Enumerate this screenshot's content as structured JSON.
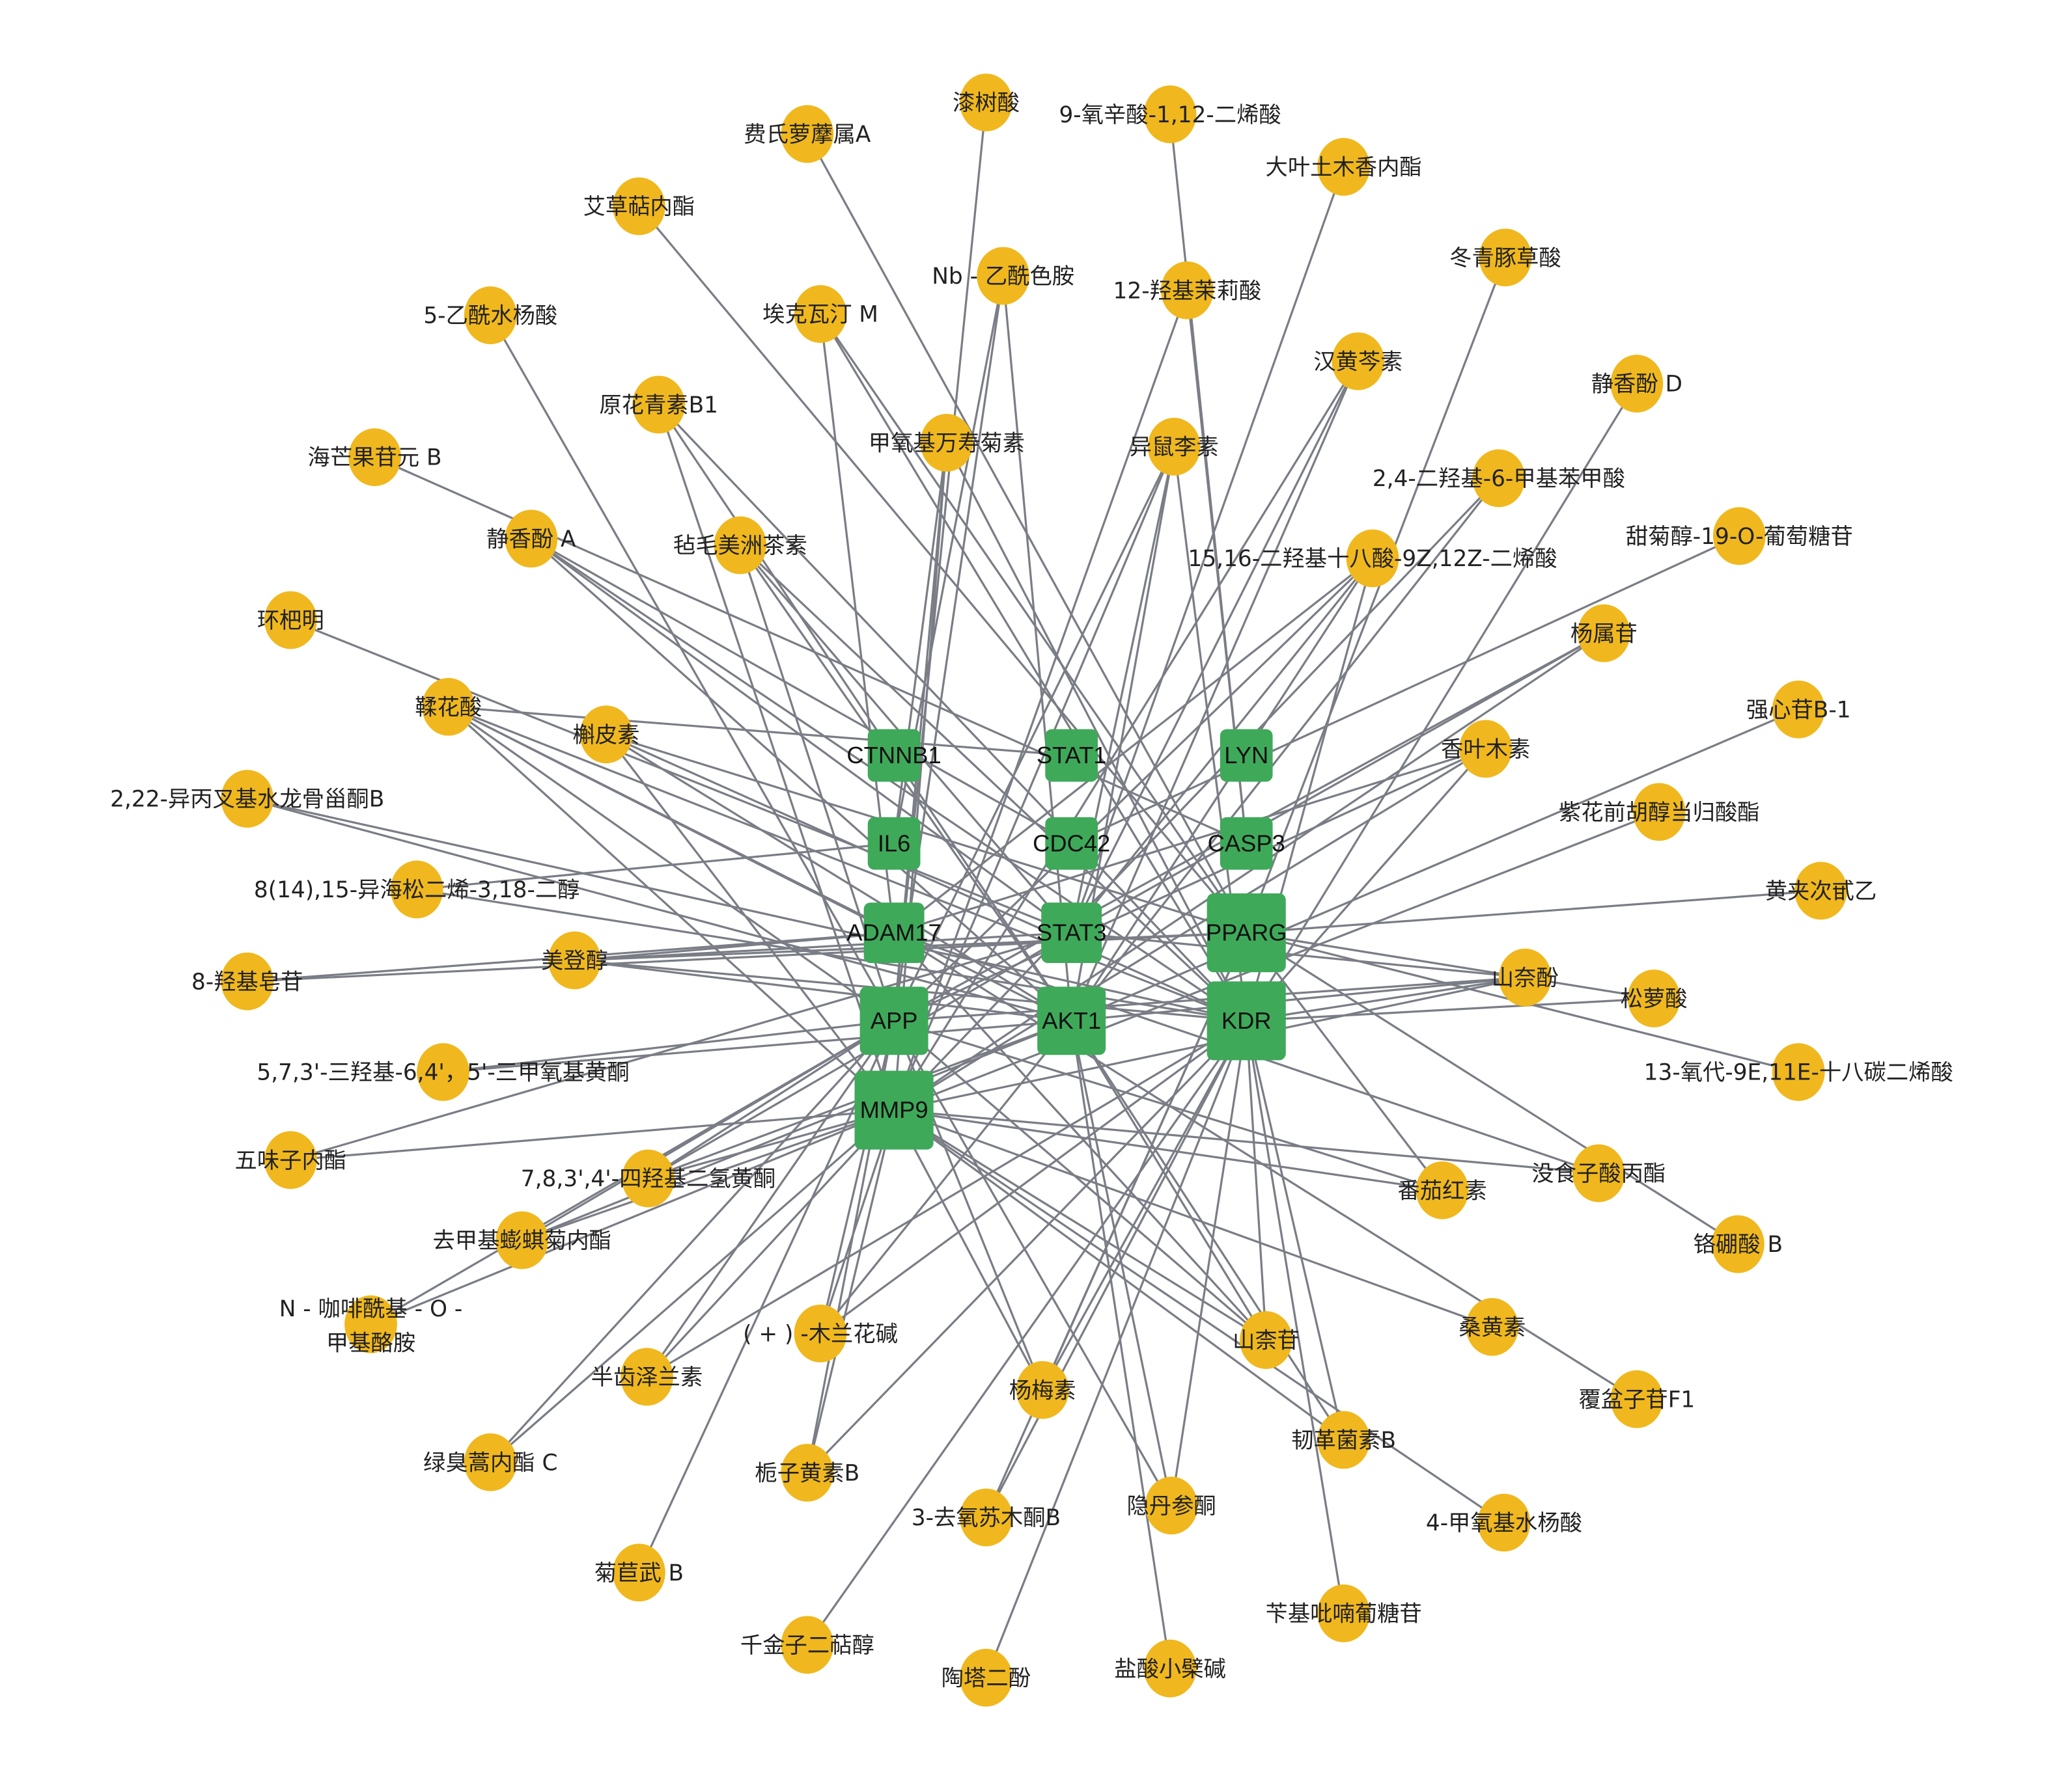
{
  "colors": {
    "target": "#3fa95a",
    "compound": "#f0b81e",
    "edge": "#7a7d85"
  },
  "targets": [
    {
      "id": "CTNNB1",
      "label": "CTNNB1"
    },
    {
      "id": "STAT1",
      "label": "STAT1"
    },
    {
      "id": "LYN",
      "label": "LYN"
    },
    {
      "id": "IL6",
      "label": "IL6"
    },
    {
      "id": "CDC42",
      "label": "CDC42"
    },
    {
      "id": "CASP3",
      "label": "CASP3"
    },
    {
      "id": "ADAM17",
      "label": "ADAM17"
    },
    {
      "id": "STAT3",
      "label": "STAT3"
    },
    {
      "id": "PPARG",
      "label": "PPARG"
    },
    {
      "id": "APP",
      "label": "APP"
    },
    {
      "id": "AKT1",
      "label": "AKT1"
    },
    {
      "id": "KDR",
      "label": "KDR"
    },
    {
      "id": "MMP9",
      "label": "MMP9"
    }
  ],
  "compounds": [
    {
      "label": "漆树酸",
      "targets": [
        "APP"
      ]
    },
    {
      "label": "费氏萝藦属A",
      "targets": [
        "PPARG"
      ]
    },
    {
      "label": "9-氧辛酸-1,12-二烯酸",
      "targets": [
        "CASP3"
      ]
    },
    {
      "label": "大叶土木香内酯",
      "targets": [
        "STAT3"
      ]
    },
    {
      "label": "艾草萜内酯",
      "targets": [
        "PPARG"
      ]
    },
    {
      "label": "Nb - 乙酰色胺",
      "targets": [
        "APP",
        "AKT1",
        "IL6"
      ]
    },
    {
      "label": "12-羟基茉莉酸",
      "targets": [
        "CASP3",
        "MMP9"
      ]
    },
    {
      "label": "冬青豚草酸",
      "targets": [
        "PPARG"
      ]
    },
    {
      "label": "5-乙酰水杨酸",
      "targets": [
        "APP"
      ]
    },
    {
      "label": "埃克瓦汀 M",
      "targets": [
        "ADAM17",
        "KDR",
        "PPARG"
      ]
    },
    {
      "label": "汉黄芩素",
      "targets": [
        "AKT1",
        "MMP9",
        "STAT3"
      ]
    },
    {
      "label": "静香酚 D",
      "targets": [
        "KDR"
      ]
    },
    {
      "label": "原花青素B1",
      "targets": [
        "KDR",
        "AKT1",
        "MMP9"
      ]
    },
    {
      "label": "甲氧基万寿菊素",
      "targets": [
        "APP",
        "MMP9",
        "KDR",
        "IL6"
      ]
    },
    {
      "label": "异鼠李素",
      "targets": [
        "AKT1",
        "APP",
        "MMP9",
        "KDR",
        "STAT3"
      ]
    },
    {
      "label": "海芒果苷元 B",
      "targets": [
        "CASP3"
      ]
    },
    {
      "label": "2,4-二羟基-6-甲基苯甲酸",
      "targets": [
        "AKT1",
        "MMP9"
      ]
    },
    {
      "label": "静香酚 A",
      "targets": [
        "STAT3",
        "CDC42",
        "AKT1",
        "KDR"
      ]
    },
    {
      "label": "毡毛美洲茶素",
      "targets": [
        "KDR",
        "AKT1",
        "APP",
        "STAT3"
      ]
    },
    {
      "label": "15,16-二羟基十八酸-9Z,12Z-二烯酸",
      "targets": [
        "ADAM17",
        "APP",
        "AKT1",
        "KDR",
        "STAT3"
      ]
    },
    {
      "label": "甜菊醇-19-O-葡萄糖苷",
      "targets": [
        "CDC42"
      ]
    },
    {
      "label": "环杷明",
      "targets": [
        "STAT3"
      ]
    },
    {
      "label": "杨属苷",
      "targets": [
        "MMP9",
        "APP",
        "STAT3"
      ]
    },
    {
      "label": "鞣花酸",
      "targets": [
        "STAT1",
        "ADAM17",
        "KDR",
        "AKT1",
        "APP",
        "MMP9"
      ]
    },
    {
      "label": "槲皮素",
      "targets": [
        "PPARG",
        "KDR",
        "AKT1",
        "MMP9"
      ]
    },
    {
      "label": "强心苷B-1",
      "targets": [
        "AKT1"
      ]
    },
    {
      "label": "香叶木素",
      "targets": [
        "MMP9",
        "APP",
        "ADAM17",
        "KDR"
      ]
    },
    {
      "label": "2,22-异丙叉基水龙骨甾酮B",
      "targets": [
        "AKT1",
        "KDR"
      ]
    },
    {
      "label": "紫花前胡醇当归酸酯",
      "targets": [
        "MMP9"
      ]
    },
    {
      "label": "8(14),15-异海松二烯-3,18-二醇",
      "targets": [
        "KDR",
        "IL6"
      ]
    },
    {
      "label": "黄夹次甙乙",
      "targets": [
        "PPARG"
      ]
    },
    {
      "label": "美登醇",
      "targets": [
        "STAT3",
        "PPARG",
        "ADAM17",
        "AKT1",
        "KDR"
      ]
    },
    {
      "label": "8-羟基皂苷",
      "targets": [
        "PPARG",
        "ADAM17"
      ]
    },
    {
      "label": "山奈酚",
      "targets": [
        "MMP9",
        "APP",
        "AKT1",
        "STAT3",
        "KDR"
      ]
    },
    {
      "label": "松萝酸",
      "targets": [
        "PPARG",
        "KDR"
      ]
    },
    {
      "label": "5,7,3'-三羟基-6,4'，5'-三甲氧基黄酮",
      "targets": [
        "APP",
        "AKT1"
      ]
    },
    {
      "label": "13-氧代-9E,11E-十八碳二烯酸",
      "targets": [
        "PPARG"
      ]
    },
    {
      "label": "五味子内酯",
      "targets": [
        "STAT3",
        "MMP9"
      ]
    },
    {
      "label": "7,8,3',4'-四羟基二氢黄酮",
      "targets": [
        "APP",
        "MMP9",
        "STAT3",
        "AKT1"
      ]
    },
    {
      "label": "番茄红素",
      "targets": [
        "APP",
        "MMP9",
        "PPARG"
      ]
    },
    {
      "label": "没食子酸丙酯",
      "targets": [
        "MMP9",
        "ADAM17"
      ]
    },
    {
      "label": "去甲基蟛蜞菊内酯",
      "targets": [
        "MMP9",
        "APP",
        "AKT1"
      ]
    },
    {
      "label": "铬硼酸 B",
      "targets": [
        "PPARG"
      ]
    },
    {
      "label": "N - 咖啡酰基 - O -",
      "label2": "甲基酪胺",
      "targets": [
        "APP",
        "MMP9"
      ]
    },
    {
      "label": "( + ) -木兰花碱",
      "targets": [
        "MMP9",
        "APP",
        "AKT1",
        "KDR"
      ]
    },
    {
      "label": "山柰苷",
      "targets": [
        "MMP9",
        "ADAM17",
        "APP",
        "KDR",
        "AKT1"
      ]
    },
    {
      "label": "桑黄素",
      "targets": [
        "MMP9"
      ]
    },
    {
      "label": "半齿泽兰素",
      "targets": [
        "MMP9",
        "KDR",
        "APP"
      ]
    },
    {
      "label": "杨梅素",
      "targets": [
        "MMP9",
        "KDR",
        "PPARG",
        "APP"
      ]
    },
    {
      "label": "覆盆子苷F1",
      "targets": [
        "ADAM17"
      ]
    },
    {
      "label": "韧革菌素B",
      "targets": [
        "KDR",
        "MMP9",
        "AKT1"
      ]
    },
    {
      "label": "绿臭蒿内酯 C",
      "targets": [
        "MMP9",
        "APP"
      ]
    },
    {
      "label": "栀子黄素B",
      "targets": [
        "MMP9",
        "APP",
        "KDR"
      ]
    },
    {
      "label": "隐丹参酮",
      "targets": [
        "KDR",
        "AKT1",
        "APP"
      ]
    },
    {
      "label": "3-去氧苏木酮B",
      "targets": [
        "KDR",
        "PPARG"
      ]
    },
    {
      "label": "4-甲氧基水杨酸",
      "targets": [
        "MMP9"
      ]
    },
    {
      "label": "菊苣武 B",
      "targets": [
        "APP"
      ]
    },
    {
      "label": "苄基吡喃葡糖苷",
      "targets": [
        "KDR"
      ]
    },
    {
      "label": "千金子二萜醇",
      "targets": [
        "KDR"
      ]
    },
    {
      "label": "陶塔二酚",
      "targets": [
        "KDR"
      ]
    },
    {
      "label": "盐酸小檗碱",
      "targets": [
        "AKT1"
      ]
    }
  ]
}
